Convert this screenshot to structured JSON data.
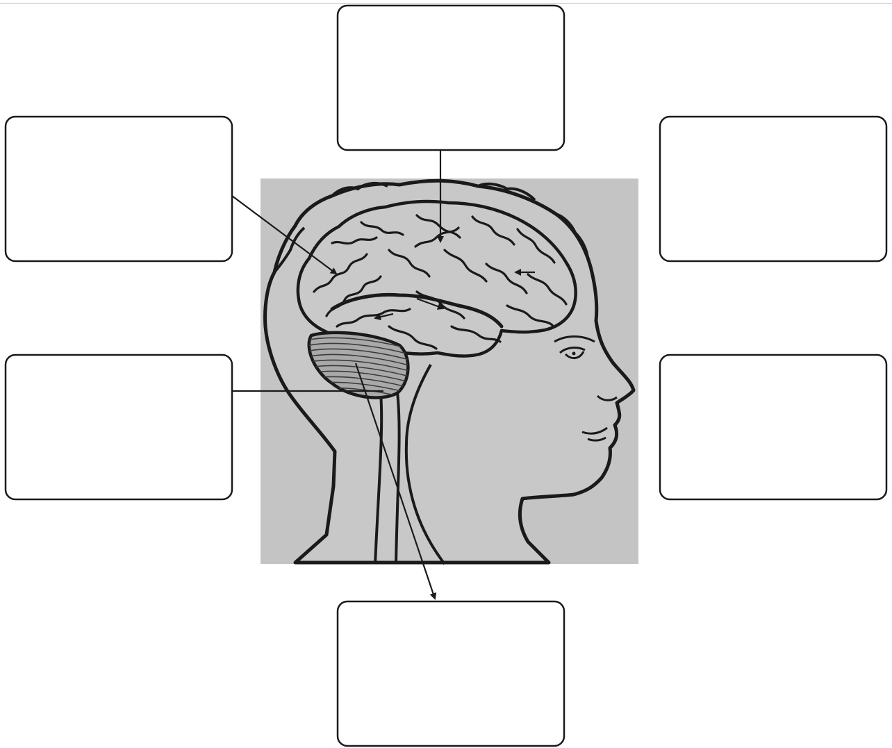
{
  "colors": {
    "panel_background": "#c4c4c4",
    "outline": "#1a1a1a",
    "brain_fill": "#c9c9c9",
    "cerebellum_fill": "#a9a9a9",
    "box_fill": "#ffffff"
  },
  "label_boxes": [
    {
      "id": "top",
      "text": ""
    },
    {
      "id": "upper-left",
      "text": ""
    },
    {
      "id": "upper-right",
      "text": ""
    },
    {
      "id": "lower-left",
      "text": ""
    },
    {
      "id": "lower-right",
      "text": ""
    },
    {
      "id": "bottom",
      "text": ""
    }
  ]
}
